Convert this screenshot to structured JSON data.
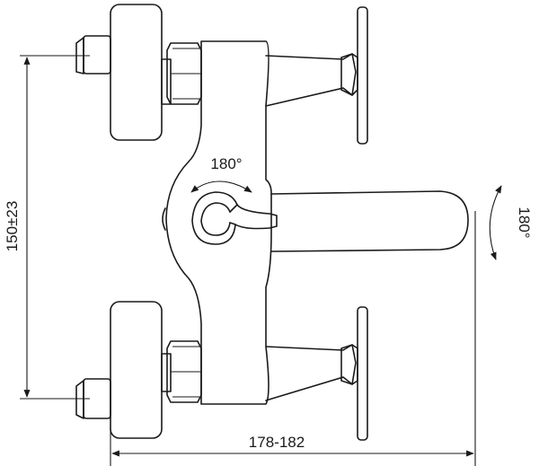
{
  "colors": {
    "line": "#1a1a1a",
    "background": "#ffffff"
  },
  "labels": {
    "height_dimension": "150±23",
    "width_dimension": "178-182",
    "lever_rotation": "180°",
    "spout_rotation": "180°"
  }
}
